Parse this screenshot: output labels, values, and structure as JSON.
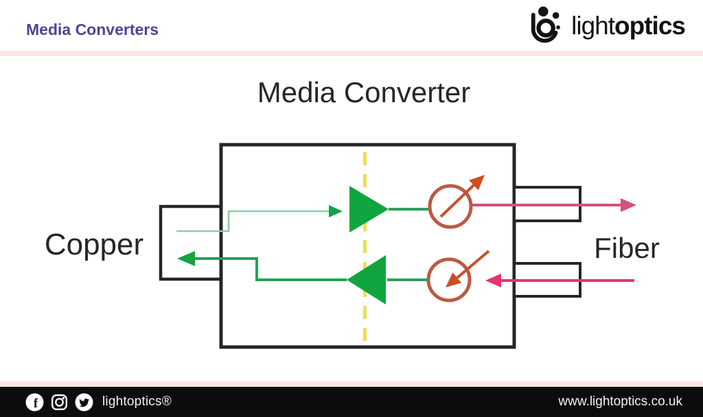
{
  "header": {
    "title": "Media Converters",
    "logo_light": "light",
    "logo_bold": "optics"
  },
  "diagram": {
    "title": "Media Converter",
    "copper_label": "Copper",
    "fiber_label": "Fiber"
  },
  "footer": {
    "brand": "lightoptics®",
    "website": "www.lightoptics.co.uk",
    "facebook_glyph": "f"
  },
  "icons": {
    "logo_mark": "lightoptics-monogram-icon",
    "social": [
      "facebook-icon",
      "instagram-icon",
      "twitter-icon"
    ]
  },
  "colors": {
    "header_purple": "#4e4597",
    "pink_divider": "#fbe7e4",
    "footer_black": "#0c0c0c",
    "box_stroke": "#262626",
    "green": "#10a53f",
    "green_wire": "#2e9d5f",
    "light_green_wire": "#8fcba6",
    "yellow_dash": "#ede04b",
    "circle_orange": "#bc5a44",
    "arrow_orange": "#cc4f24",
    "pink_top": "#d45177",
    "pink_bottom": "#e73369"
  }
}
